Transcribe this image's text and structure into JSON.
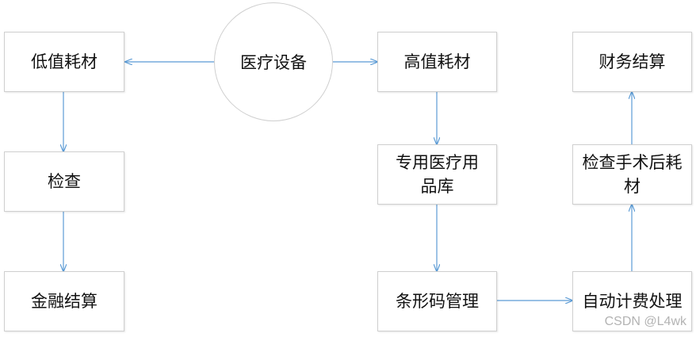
{
  "nodes": {
    "center": "医疗设备",
    "low_value": "低值耗材",
    "inspection": "检查",
    "finance_settle": "金融结算",
    "high_value": "高值耗材",
    "dedicated_store": "专用医疗用品库",
    "barcode": "条形码管理",
    "auto_billing": "自动计费处理",
    "postop_check": "检查手术后耗材",
    "fin_settle": "财务结算"
  },
  "colors": {
    "arrow": "#5b9bd5",
    "border": "#cfcfcf"
  },
  "watermark": "CSDN @L4wk"
}
